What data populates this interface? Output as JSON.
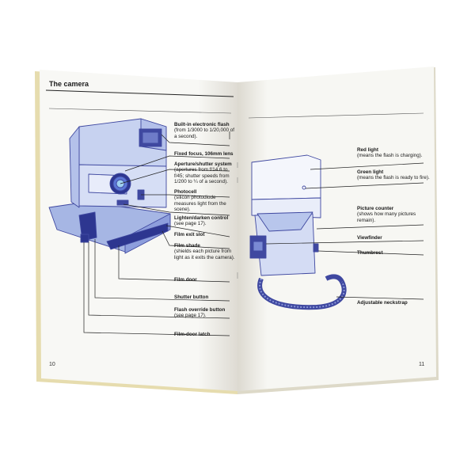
{
  "left_page": {
    "title": "The camera",
    "page_number": "10",
    "labels": [
      {
        "bold": "Built-in electronic flash",
        "text": "(from 1/3000 to 1/20,000 of a second)."
      },
      {
        "bold": "Fixed focus, 106mm lens",
        "text": ""
      },
      {
        "bold": "Aperture/shutter system",
        "text": "(apertures from f/14.6 to f/45; shutter speeds from 1/200 to ¼ of a second)."
      },
      {
        "bold": "Photocell",
        "text": "(silicon photodiode measures light from the scene)."
      },
      {
        "bold": "Lighten/darken control",
        "text": "(see page 17)."
      },
      {
        "bold": "Film exit slot",
        "text": ""
      },
      {
        "bold": "Film shade",
        "text": "(shields each picture from light as it exits the camera)."
      },
      {
        "bold": "Film door",
        "text": ""
      },
      {
        "bold": "Shutter button",
        "text": ""
      },
      {
        "bold": "Flash override button",
        "text": "(see page 17)."
      },
      {
        "bold": "Film-door latch",
        "text": ""
      }
    ]
  },
  "right_page": {
    "page_number": "11",
    "labels": [
      {
        "bold": "Red light",
        "text": "(means the flash is charging)."
      },
      {
        "bold": "Green light",
        "text": "(means the flash is ready to fire)."
      },
      {
        "bold": "Picture counter",
        "text": "(shows how many pictures remain)."
      },
      {
        "bold": "Viewfinder",
        "text": ""
      },
      {
        "bold": "Thumbrest",
        "text": ""
      },
      {
        "bold": "Adjustable neckstrap",
        "text": ""
      }
    ]
  },
  "colors": {
    "ink_blue": "#3f48a0",
    "light_blue": "#b8c6ec",
    "page": "#f8f8f4",
    "edge": "#e6dcae"
  }
}
